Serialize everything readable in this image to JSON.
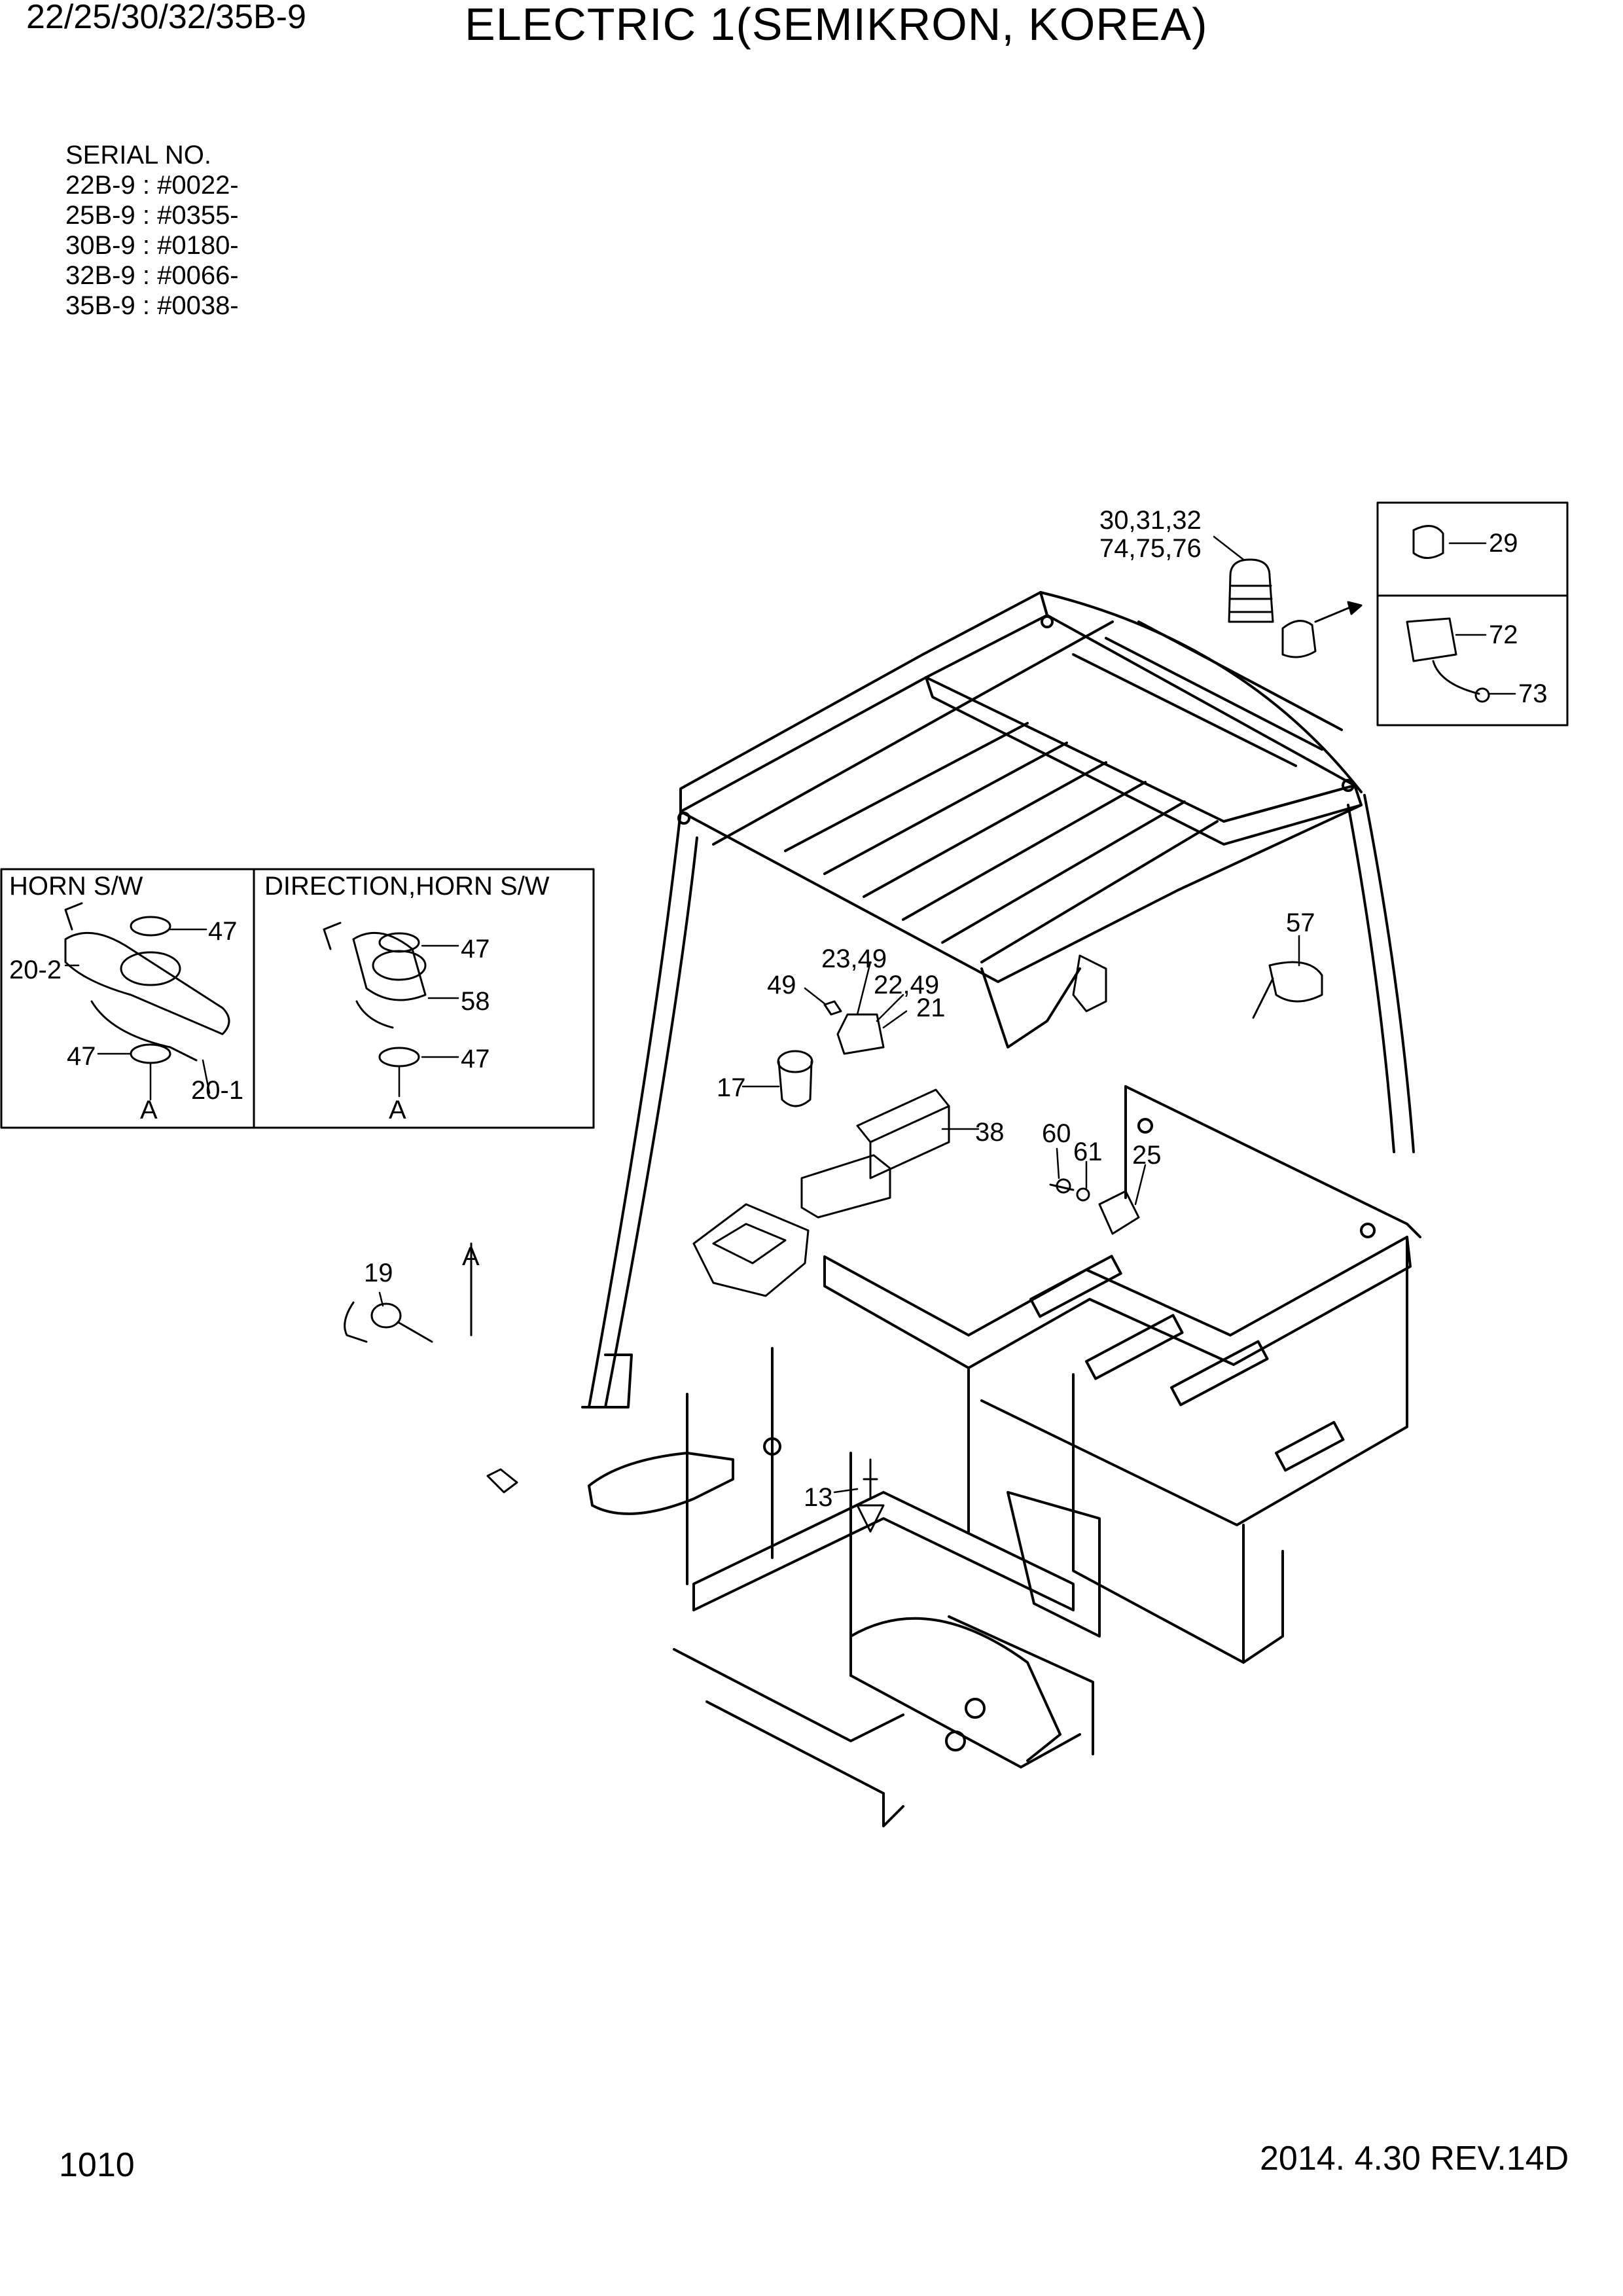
{
  "header": {
    "models": "22/25/30/32/35B-9",
    "title": "ELECTRIC 1(SEMIKRON, KOREA)"
  },
  "serial": {
    "heading": "SERIAL NO.",
    "lines": [
      "22B-9 : #0022-",
      "25B-9 : #0355-",
      "30B-9 : #0180-",
      "32B-9 : #0066-",
      "35B-9 : #0038-"
    ]
  },
  "inset_horn": {
    "title": "HORN S/W",
    "labels": {
      "p47a": "47",
      "p20_2": "20-2",
      "p47b": "47",
      "p20_1": "20-1",
      "view": "A"
    }
  },
  "inset_direction": {
    "title": "DIRECTION,HORN S/W",
    "labels": {
      "p47a": "47",
      "p58": "58",
      "p47b": "47",
      "view": "A"
    }
  },
  "inset_lamp": {
    "labels": {
      "p29": "29",
      "p72": "72",
      "p73": "73"
    }
  },
  "callouts": {
    "beacon": "30,31,32",
    "beacon2": "74,75,76",
    "p57": "57",
    "p23_49": "23,49",
    "p49": "49",
    "p22_49": "22,49",
    "p21": "21",
    "p17": "17",
    "p38": "38",
    "p60": "60",
    "p61": "61",
    "p25": "25",
    "view_a": "A",
    "p19": "19",
    "p13": "13"
  },
  "footer": {
    "page": "1010",
    "revision": "2014. 4.30  REV.14D"
  }
}
